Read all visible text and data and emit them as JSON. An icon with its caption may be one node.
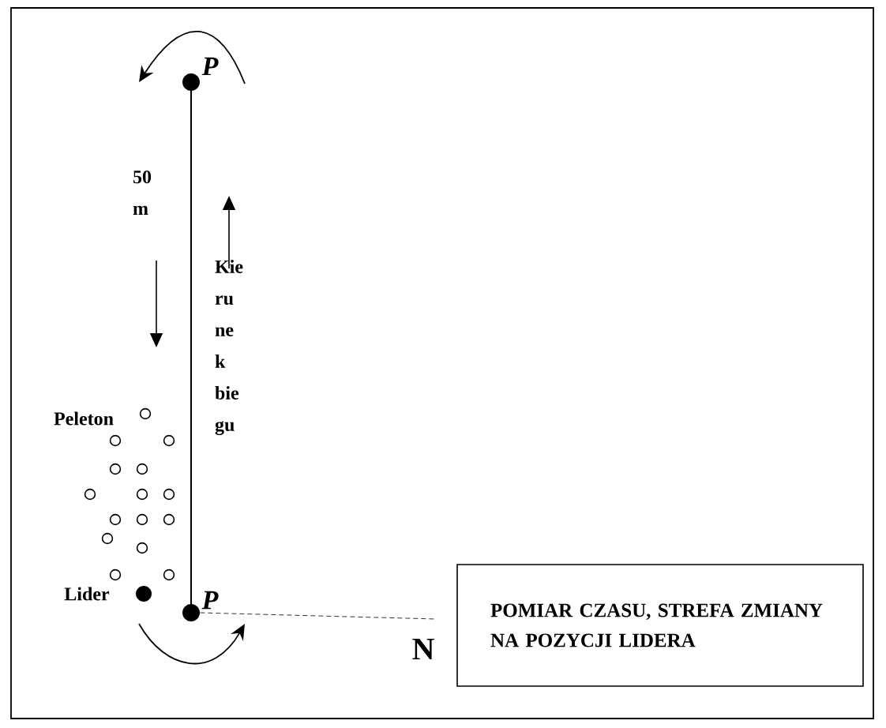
{
  "diagram": {
    "nodes": [
      {
        "text": [],
        "shape": "circle",
        "beside": [
          "P"
        ]
      },
      {
        "text": [],
        "shape": "circle",
        "beside": [
          "P"
        ]
      },
      {
        "text": [
          "POMIAR CZASU, STREFA ZMIANY NA POZYCJI LIDERA"
        ]
      }
    ],
    "edges": [
      {
        "from": 0,
        "to": 1,
        "arrow": "none"
      },
      {
        "from": 1,
        "to": null,
        "arrow": "none",
        "style": "dashed"
      }
    ],
    "labels": [
      "50 m",
      "Kie ru ne k bie gu",
      "Peleton",
      "Lider",
      "N"
    ]
  }
}
